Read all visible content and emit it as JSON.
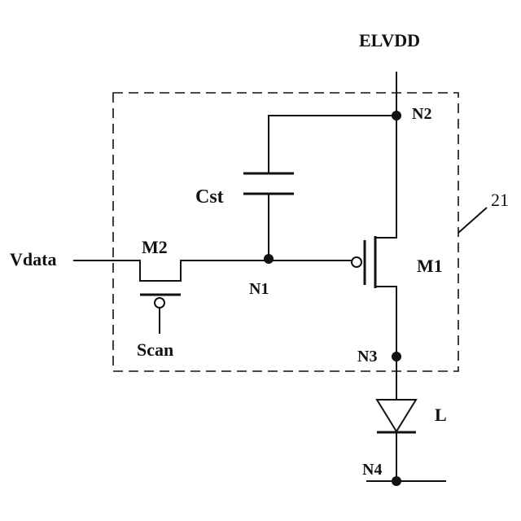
{
  "labels": {
    "elvdd": "ELVDD",
    "n2": "N2",
    "cst": "Cst",
    "ref21": "21",
    "vdata": "Vdata",
    "m2": "M2",
    "n1": "N1",
    "m1": "M1",
    "scan": "Scan",
    "n3": "N3",
    "l": "L",
    "n4": "N4"
  }
}
